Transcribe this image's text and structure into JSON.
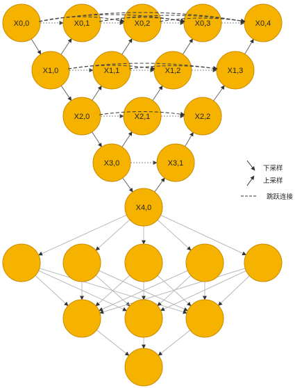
{
  "colors": {
    "node_fill": "#f5b300",
    "node_stroke": "#c98a00",
    "arrow": "#555555",
    "dense_edge": "#b8b8b8",
    "skip": "#444444",
    "lateral": "#888888"
  },
  "nodes": [
    {
      "id": "X00",
      "label": "X0,0"
    },
    {
      "id": "X01",
      "label": "X0,1"
    },
    {
      "id": "X02",
      "label": "X0,2"
    },
    {
      "id": "X03",
      "label": "X0,3"
    },
    {
      "id": "X04",
      "label": "X0,4"
    },
    {
      "id": "X10",
      "label": "X1,0"
    },
    {
      "id": "X11",
      "label": "X1,1"
    },
    {
      "id": "X12",
      "label": "X1,2"
    },
    {
      "id": "X13",
      "label": "X1,3"
    },
    {
      "id": "X20",
      "label": "X2,0"
    },
    {
      "id": "X21",
      "label": "X2,1"
    },
    {
      "id": "X22",
      "label": "X2,2"
    },
    {
      "id": "X30",
      "label": "X3,0"
    },
    {
      "id": "X31",
      "label": "X3,1"
    },
    {
      "id": "X40",
      "label": "X4,0"
    },
    {
      "id": "A1",
      "label": ""
    },
    {
      "id": "A2",
      "label": ""
    },
    {
      "id": "A3",
      "label": ""
    },
    {
      "id": "A4",
      "label": ""
    },
    {
      "id": "A5",
      "label": ""
    },
    {
      "id": "B1",
      "label": ""
    },
    {
      "id": "B2",
      "label": ""
    },
    {
      "id": "B3",
      "label": ""
    },
    {
      "id": "C1",
      "label": ""
    }
  ],
  "legend": {
    "downsample": "下采样",
    "upsample": "上采样",
    "skip": "跳跃连接"
  }
}
